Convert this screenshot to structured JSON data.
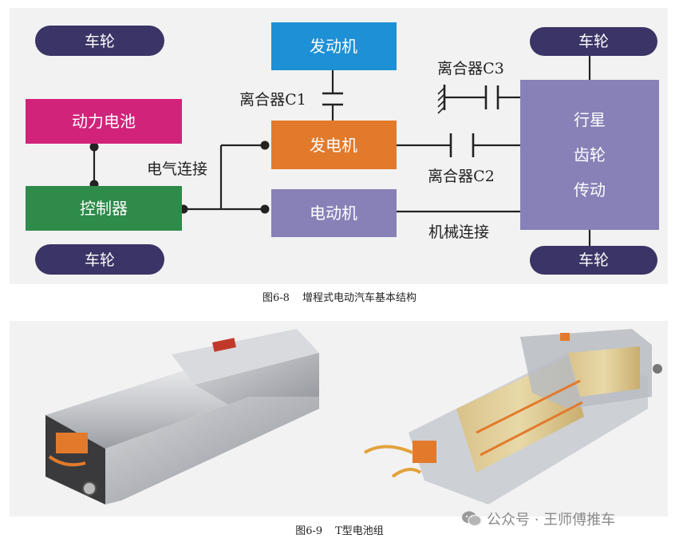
{
  "figure1": {
    "wheels": {
      "top_left": "车轮",
      "bottom_left": "车轮",
      "top_right": "车轮",
      "bottom_right": "车轮"
    },
    "engine": "发动机",
    "battery": "动力电池",
    "controller": "控制器",
    "generator": "发电机",
    "motor": "电动机",
    "planetary": [
      "行星",
      "齿轮",
      "传动"
    ],
    "clutch_c1": "离合器C1",
    "clutch_c2": "离合器C2",
    "clutch_c3": "离合器C3",
    "electrical_link": "电气连接",
    "mechanical_link": "机械连接",
    "caption_num": "图6-8",
    "caption_text": "增程式电动汽车基本结构",
    "colors": {
      "wheel": "#3b3466",
      "engine": "#1e90d6",
      "battery": "#d1237a",
      "controller": "#2e8b4a",
      "generator": "#e27a2c",
      "motor": "#8781b8",
      "planetary": "#8781b8"
    }
  },
  "figure2": {
    "caption_num": "图6-9",
    "caption_text": "T型电池组"
  },
  "watermark": "公众号 · 王师傅推车"
}
